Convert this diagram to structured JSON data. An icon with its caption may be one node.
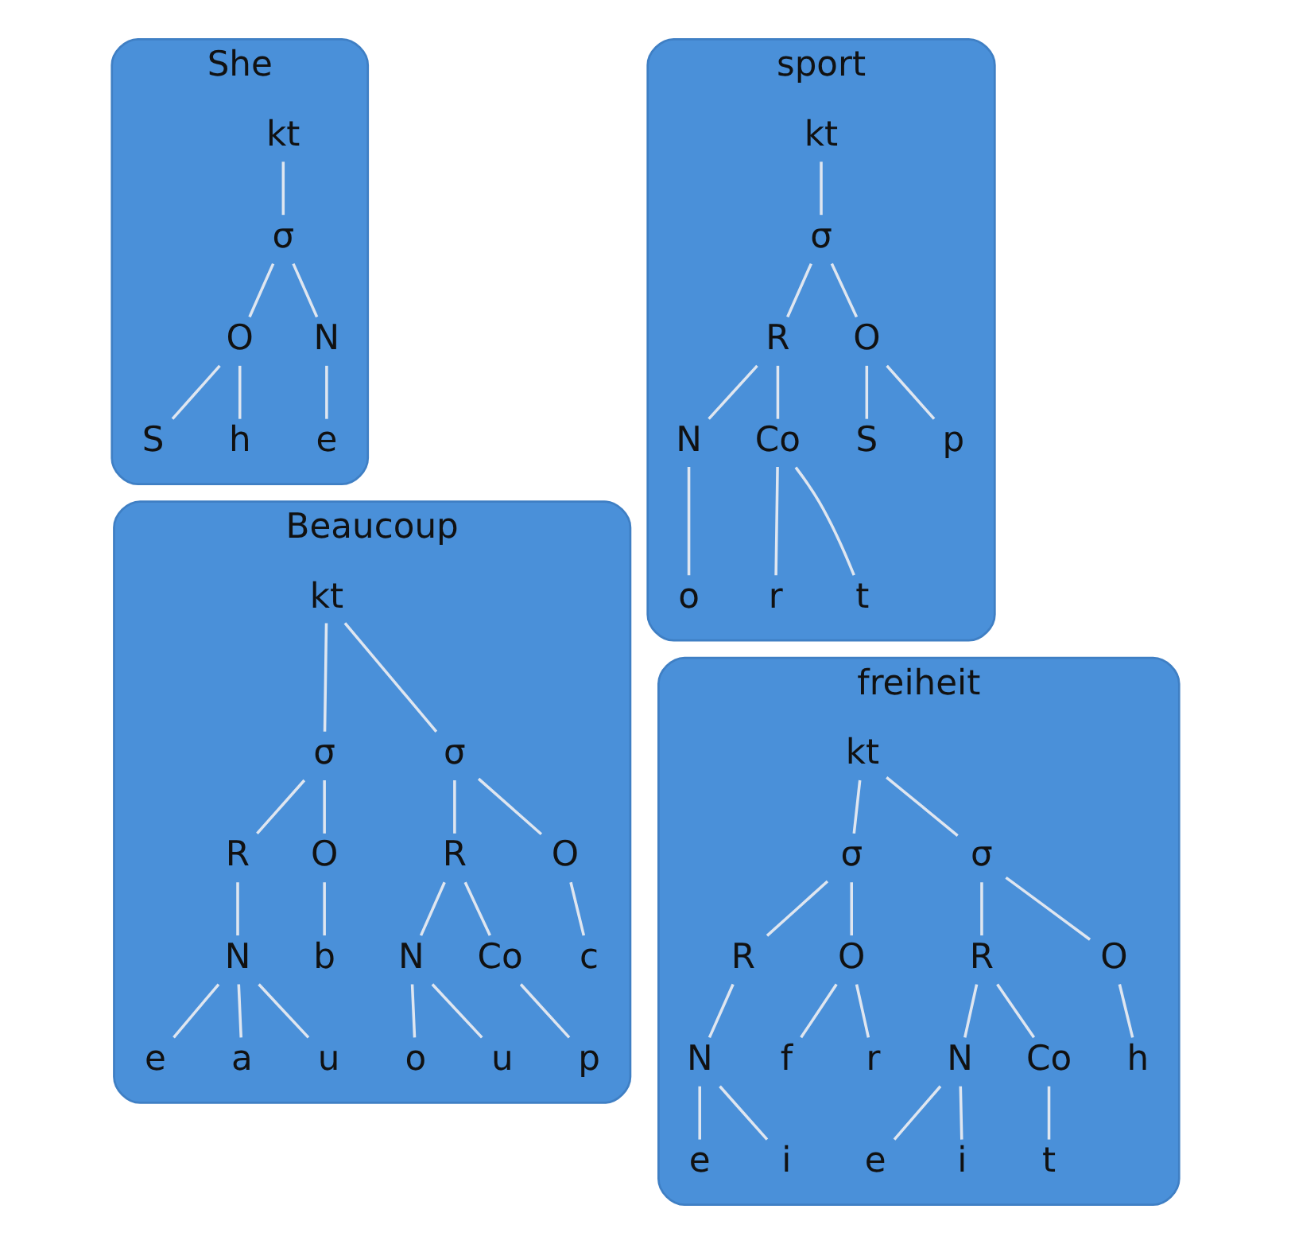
{
  "diagram": {
    "nodes": [
      {
        "text": [
          "She"
        ]
      },
      {
        "text": [
          "kt"
        ],
        "in": 0
      },
      {
        "text": [
          "σ"
        ],
        "in": 0
      },
      {
        "text": [
          "O"
        ],
        "in": 0
      },
      {
        "text": [
          "N"
        ],
        "in": 0
      },
      {
        "text": [
          "S"
        ],
        "in": 0
      },
      {
        "text": [
          "h"
        ],
        "in": 0
      },
      {
        "text": [
          "e"
        ],
        "in": 0
      },
      {
        "text": [
          "sport"
        ]
      },
      {
        "text": [
          "kt"
        ],
        "in": 8
      },
      {
        "text": [
          "σ"
        ],
        "in": 8
      },
      {
        "text": [
          "R"
        ],
        "in": 8
      },
      {
        "text": [
          "O"
        ],
        "in": 8
      },
      {
        "text": [
          "N"
        ],
        "in": 8
      },
      {
        "text": [
          "Co"
        ],
        "in": 8
      },
      {
        "text": [
          "S"
        ],
        "in": 8
      },
      {
        "text": [
          "p"
        ],
        "in": 8
      },
      {
        "text": [
          "o"
        ],
        "in": 8
      },
      {
        "text": [
          "r"
        ],
        "in": 8
      },
      {
        "text": [
          "t"
        ],
        "in": 8
      },
      {
        "text": [
          "Beaucoup"
        ]
      },
      {
        "text": [
          "kt"
        ],
        "in": 20
      },
      {
        "text": [
          "σ"
        ],
        "in": 20
      },
      {
        "text": [
          "σ"
        ],
        "in": 20
      },
      {
        "text": [
          "R"
        ],
        "in": 20
      },
      {
        "text": [
          "R"
        ],
        "in": 20
      },
      {
        "text": [
          "O"
        ],
        "in": 20
      },
      {
        "text": [
          "N"
        ],
        "in": 20
      },
      {
        "text": [
          "O"
        ],
        "in": 20
      },
      {
        "text": [
          "N"
        ],
        "in": 20
      },
      {
        "text": [
          "Co"
        ],
        "in": 20
      },
      {
        "text": [
          "b"
        ],
        "in": 20
      },
      {
        "text": [
          "e"
        ],
        "in": 20
      },
      {
        "text": [
          "a"
        ],
        "in": 20
      },
      {
        "text": [
          "u"
        ],
        "in": 20
      },
      {
        "text": [
          "c"
        ],
        "in": 20
      },
      {
        "text": [
          "o"
        ],
        "in": 20
      },
      {
        "text": [
          "u"
        ],
        "in": 20
      },
      {
        "text": [
          "p"
        ],
        "in": 20
      },
      {
        "text": [
          "freiheit"
        ]
      },
      {
        "text": [
          "kt"
        ],
        "in": 39
      },
      {
        "text": [
          "σ"
        ],
        "in": 39
      },
      {
        "text": [
          "σ"
        ],
        "in": 39
      },
      {
        "text": [
          "R"
        ],
        "in": 39
      },
      {
        "text": [
          "R"
        ],
        "in": 39
      },
      {
        "text": [
          "O"
        ],
        "in": 39
      },
      {
        "text": [
          "N"
        ],
        "in": 39
      },
      {
        "text": [
          "O"
        ],
        "in": 39
      },
      {
        "text": [
          "N"
        ],
        "in": 39
      },
      {
        "text": [
          "Co"
        ],
        "in": 39
      },
      {
        "text": [
          "f"
        ],
        "in": 39
      },
      {
        "text": [
          "r"
        ],
        "in": 39
      },
      {
        "text": [
          "e"
        ],
        "in": 39
      },
      {
        "text": [
          "i"
        ],
        "in": 39
      },
      {
        "text": [
          "h"
        ],
        "in": 39
      },
      {
        "text": [
          "e"
        ],
        "in": 39
      },
      {
        "text": [
          "i"
        ],
        "in": 39
      },
      {
        "text": [
          "t"
        ],
        "in": 39
      }
    ],
    "edges": [
      {
        "from": 1,
        "to": 2,
        "arrow": "none"
      },
      {
        "from": 2,
        "to": 3,
        "arrow": "none"
      },
      {
        "from": 2,
        "to": 4,
        "arrow": "none"
      },
      {
        "from": 3,
        "to": 5,
        "arrow": "none"
      },
      {
        "from": 3,
        "to": 6,
        "arrow": "none"
      },
      {
        "from": 4,
        "to": 7,
        "arrow": "none"
      },
      {
        "from": 9,
        "to": 10,
        "arrow": "none"
      },
      {
        "from": 10,
        "to": 11,
        "arrow": "none"
      },
      {
        "from": 10,
        "to": 12,
        "arrow": "none"
      },
      {
        "from": 11,
        "to": 13,
        "arrow": "none"
      },
      {
        "from": 11,
        "to": 14,
        "arrow": "none"
      },
      {
        "from": 12,
        "to": 15,
        "arrow": "none"
      },
      {
        "from": 12,
        "to": 16,
        "arrow": "none"
      },
      {
        "from": 13,
        "to": 17,
        "arrow": "none"
      },
      {
        "from": 14,
        "to": 18,
        "arrow": "none"
      },
      {
        "from": 14,
        "to": 19,
        "arrow": "none"
      },
      {
        "from": 21,
        "to": 22,
        "arrow": "none"
      },
      {
        "from": 21,
        "to": 23,
        "arrow": "none"
      },
      {
        "from": 22,
        "to": 24,
        "arrow": "none"
      },
      {
        "from": 22,
        "to": 26,
        "arrow": "none"
      },
      {
        "from": 24,
        "to": 27,
        "arrow": "none"
      },
      {
        "from": 23,
        "to": 28,
        "arrow": "none"
      },
      {
        "from": 23,
        "to": 25,
        "arrow": "none"
      },
      {
        "from": 25,
        "to": 29,
        "arrow": "none"
      },
      {
        "from": 25,
        "to": 30,
        "arrow": "none"
      },
      {
        "from": 26,
        "to": 31,
        "arrow": "none"
      },
      {
        "from": 27,
        "to": 32,
        "arrow": "none"
      },
      {
        "from": 27,
        "to": 33,
        "arrow": "none"
      },
      {
        "from": 27,
        "to": 34,
        "arrow": "none"
      },
      {
        "from": 28,
        "to": 35,
        "arrow": "none"
      },
      {
        "from": 29,
        "to": 36,
        "arrow": "none"
      },
      {
        "from": 29,
        "to": 37,
        "arrow": "none"
      },
      {
        "from": 30,
        "to": 38,
        "arrow": "none"
      },
      {
        "from": 40,
        "to": 41,
        "arrow": "none"
      },
      {
        "from": 40,
        "to": 42,
        "arrow": "none"
      },
      {
        "from": 41,
        "to": 43,
        "arrow": "none"
      },
      {
        "from": 41,
        "to": 45,
        "arrow": "none"
      },
      {
        "from": 43,
        "to": 46,
        "arrow": "none"
      },
      {
        "from": 42,
        "to": 47,
        "arrow": "none"
      },
      {
        "from": 42,
        "to": 44,
        "arrow": "none"
      },
      {
        "from": 44,
        "to": 48,
        "arrow": "none"
      },
      {
        "from": 44,
        "to": 49,
        "arrow": "none"
      },
      {
        "from": 45,
        "to": 50,
        "arrow": "none"
      },
      {
        "from": 45,
        "to": 51,
        "arrow": "none"
      },
      {
        "from": 46,
        "to": 52,
        "arrow": "none"
      },
      {
        "from": 46,
        "to": 53,
        "arrow": "none"
      },
      {
        "from": 47,
        "to": 54,
        "arrow": "none"
      },
      {
        "from": 48,
        "to": 55,
        "arrow": "none"
      },
      {
        "from": 48,
        "to": 56,
        "arrow": "none"
      },
      {
        "from": 49,
        "to": 57,
        "arrow": "none"
      }
    ]
  }
}
